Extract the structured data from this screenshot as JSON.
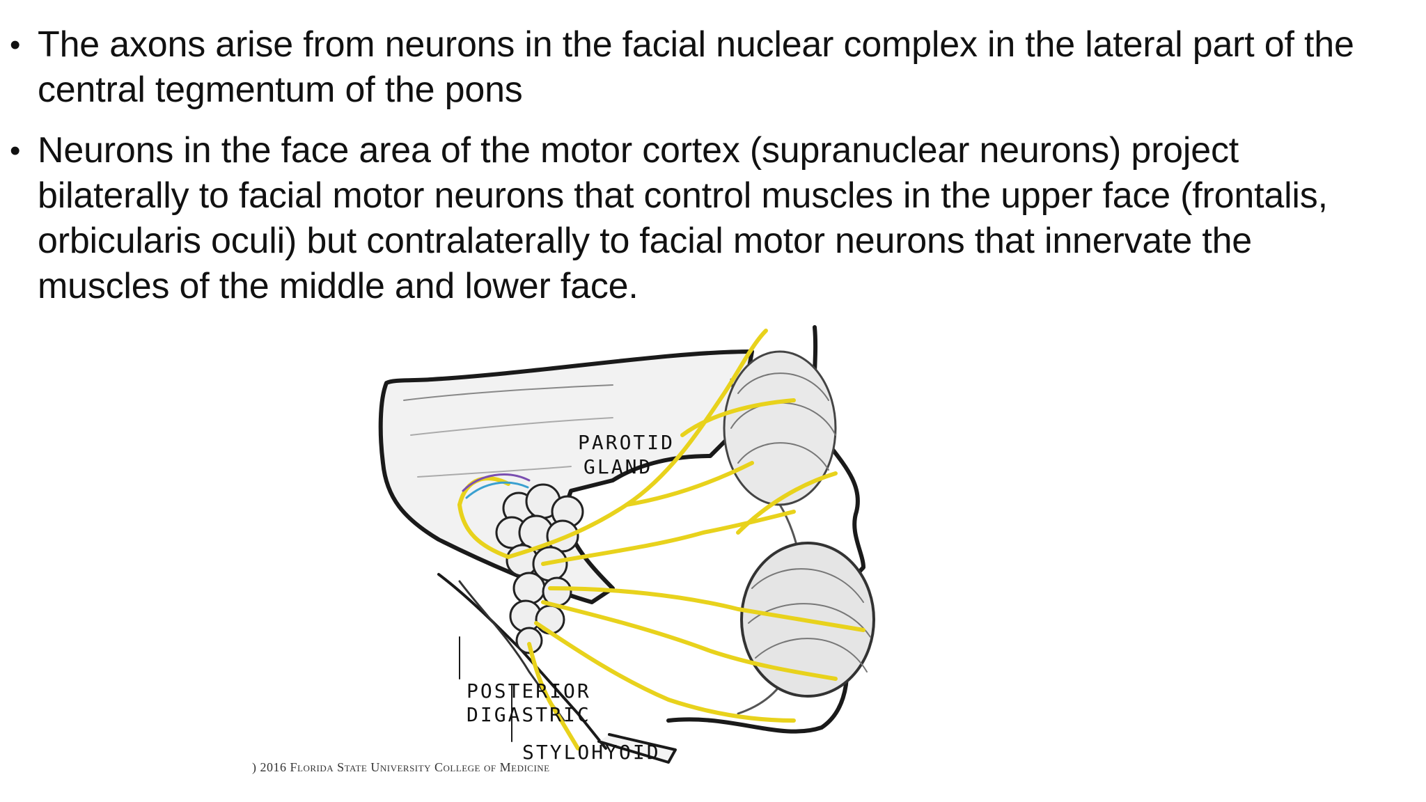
{
  "bullets": [
    {
      "marker": "•",
      "text": "The axons arise from neurons in the facial nuclear complex in the lateral part of the central tegmentum of the pons"
    },
    {
      "marker": "•",
      "text": " Neurons in the face area of the motor cortex (supranuclear neurons) project bilaterally to facial motor neurons that control muscles in the upper face (frontalis, orbicularis oculi) but contralaterally to facial motor neurons that innervate the muscles of the middle and lower face."
    }
  ],
  "figure": {
    "labels": {
      "parotid_line1": "PAROTID",
      "parotid_line2": "GLAND",
      "posterior_line1": "POSTERIOR",
      "posterior_line2": "DIGASTRIC",
      "stylohyoid": "STYLOHYOID"
    },
    "copyright": ") 2016 Florida State University College of Medicine",
    "nerve_color": "#e8d21c",
    "line_color": "#1a1a1a"
  }
}
